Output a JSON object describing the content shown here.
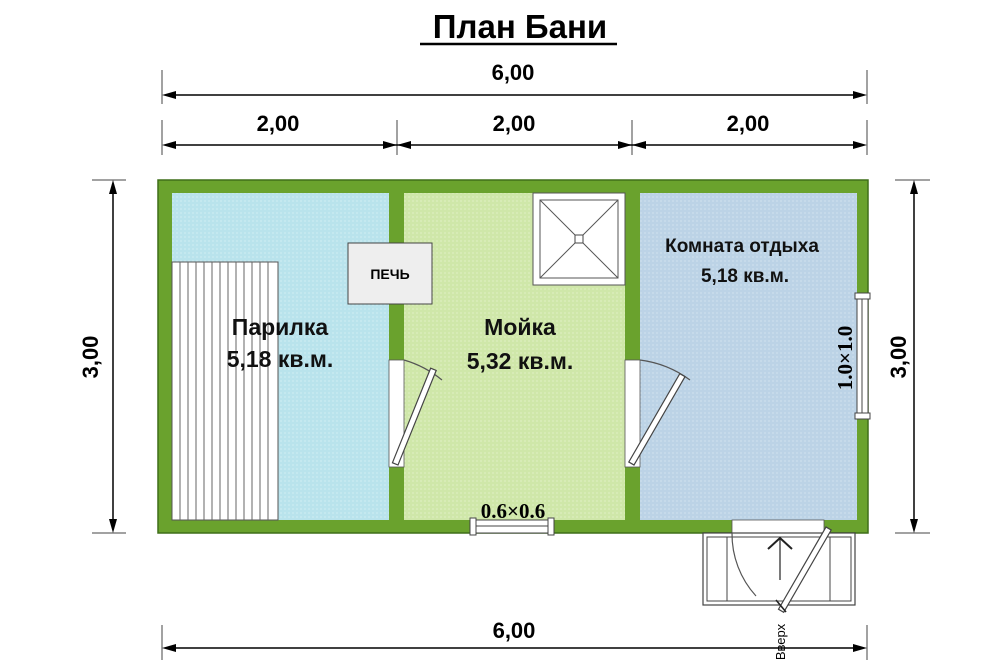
{
  "title": "План Бани",
  "dimensions": {
    "top_total": "6,00",
    "top_left": "2,00",
    "top_middle": "2,00",
    "top_right": "2,00",
    "bottom_total": "6,00",
    "left_height": "3,00",
    "right_height": "3,00"
  },
  "rooms": {
    "steam": {
      "name": "Парилка",
      "area": "5,18 кв.м."
    },
    "wash": {
      "name": "Мойка",
      "area": "5,32 кв.м."
    },
    "rest": {
      "name": "Комната отдыха",
      "area": "5,18 кв.м."
    }
  },
  "stove_label": "ПЕЧЬ",
  "window_small": "0.6×0.6",
  "window_large": "1.0×1.0",
  "stairs_label": "Вверх",
  "colors": {
    "wall": "#6aa22d",
    "steam_floor": "#b9e3ec",
    "wash_floor": "#cfe7a9",
    "rest_floor": "#bcd3e6"
  }
}
